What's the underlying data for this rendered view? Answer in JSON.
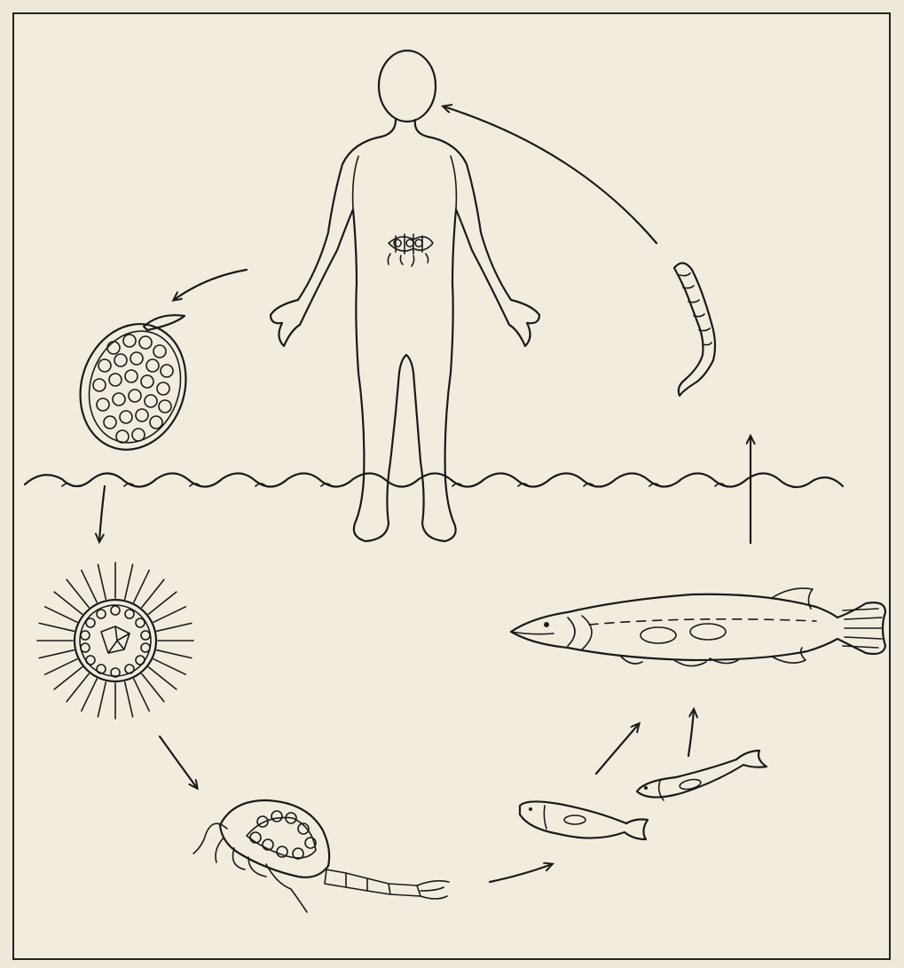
{
  "diagram": {
    "background": "#f2ecdf",
    "ink": "#1a1a1a",
    "stages": [
      {
        "id": "human",
        "icon": "human-figure-icon"
      },
      {
        "id": "egg",
        "icon": "egg-cell-icon"
      },
      {
        "id": "coracidium",
        "icon": "ciliated-larva-icon"
      },
      {
        "id": "copepod",
        "icon": "copepod-icon"
      },
      {
        "id": "small-fish",
        "icon": "small-fish-icon"
      },
      {
        "id": "pike",
        "icon": "pike-fish-icon"
      },
      {
        "id": "plerocercoid",
        "icon": "larva-worm-icon"
      }
    ],
    "water_line": "wavy-water-line"
  }
}
